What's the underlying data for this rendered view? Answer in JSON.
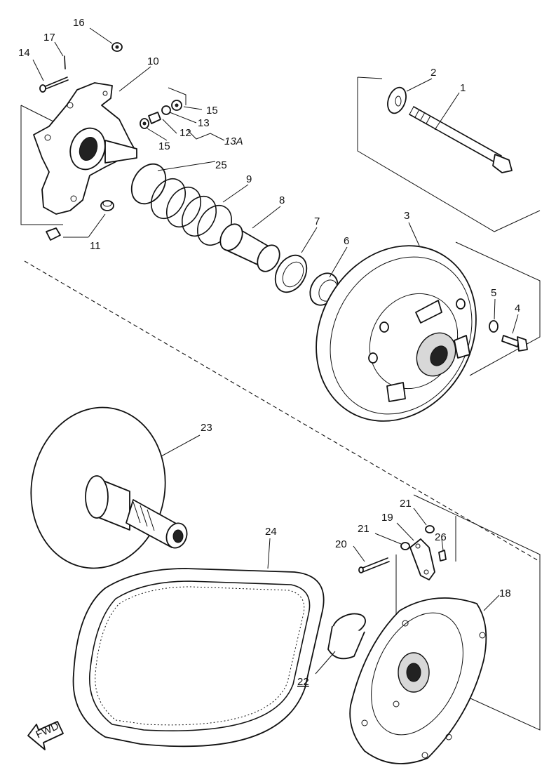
{
  "callouts": [
    {
      "id": "1",
      "text": "1"
    },
    {
      "id": "2",
      "text": "2"
    },
    {
      "id": "3",
      "text": "3"
    },
    {
      "id": "4",
      "text": "4"
    },
    {
      "id": "5",
      "text": "5"
    },
    {
      "id": "6",
      "text": "6"
    },
    {
      "id": "7",
      "text": "7"
    },
    {
      "id": "8",
      "text": "8"
    },
    {
      "id": "9",
      "text": "9"
    },
    {
      "id": "10",
      "text": "10"
    },
    {
      "id": "11",
      "text": "11"
    },
    {
      "id": "12",
      "text": "12"
    },
    {
      "id": "13",
      "text": "13"
    },
    {
      "id": "13a",
      "text": "13A"
    },
    {
      "id": "14",
      "text": "14"
    },
    {
      "id": "15a",
      "text": "15"
    },
    {
      "id": "15b",
      "text": "15"
    },
    {
      "id": "16",
      "text": "16"
    },
    {
      "id": "17",
      "text": "17"
    },
    {
      "id": "18",
      "text": "18"
    },
    {
      "id": "19",
      "text": "19"
    },
    {
      "id": "20",
      "text": "20"
    },
    {
      "id": "21a",
      "text": "21"
    },
    {
      "id": "21b",
      "text": "21"
    },
    {
      "id": "22",
      "text": "22"
    },
    {
      "id": "23",
      "text": "23"
    },
    {
      "id": "24",
      "text": "24"
    },
    {
      "id": "25",
      "text": "25"
    },
    {
      "id": "26",
      "text": "26"
    }
  ],
  "badge": {
    "text": "FWD"
  }
}
